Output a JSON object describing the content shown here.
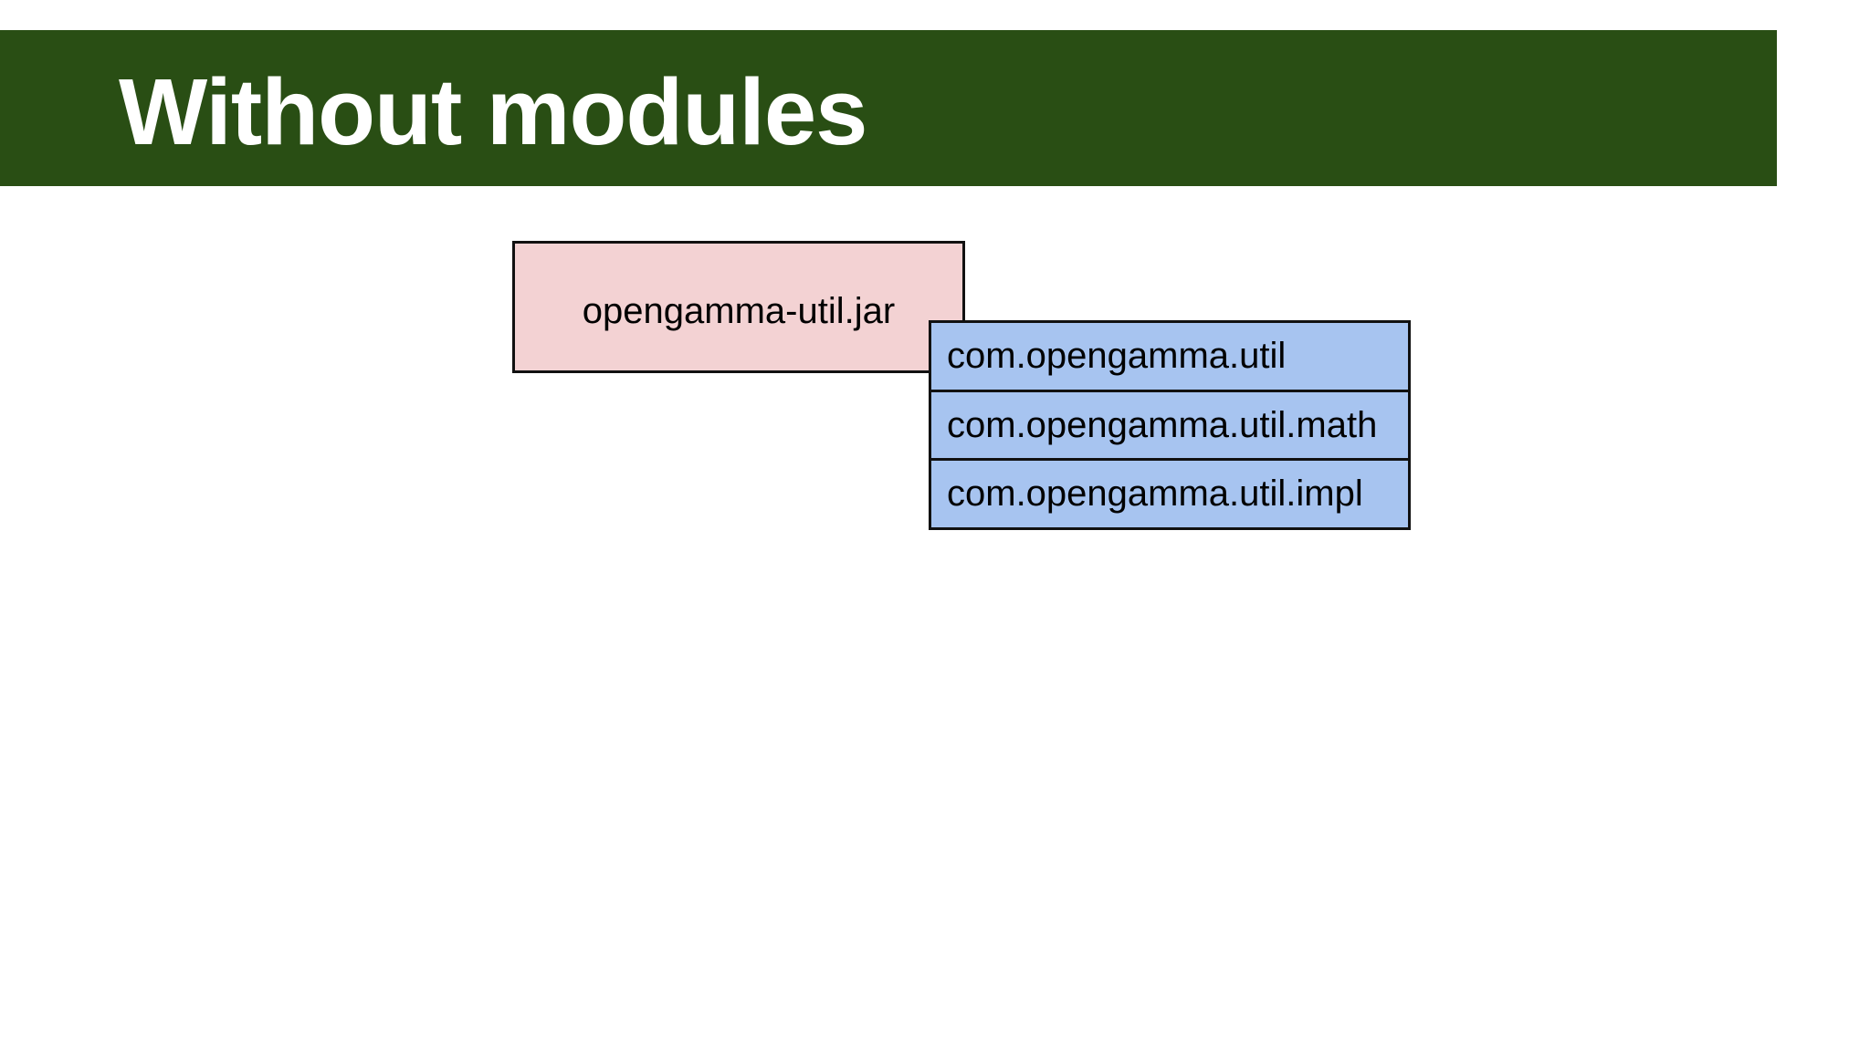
{
  "slide": {
    "colors": {
      "header_bg": "#294E14",
      "title_color": "#FFFFFF",
      "jar_fill": "#F3D2D3",
      "package_fill": "#A7C4F0",
      "border": "#111111",
      "background": "#FFFFFF"
    },
    "header": {
      "title": "Without modules"
    },
    "jar_box": {
      "label": "opengamma-util.jar"
    },
    "package_boxes": [
      {
        "label": "com.opengamma.util"
      },
      {
        "label": "com.opengamma.util.math"
      },
      {
        "label": "com.opengamma.util.impl"
      }
    ]
  }
}
